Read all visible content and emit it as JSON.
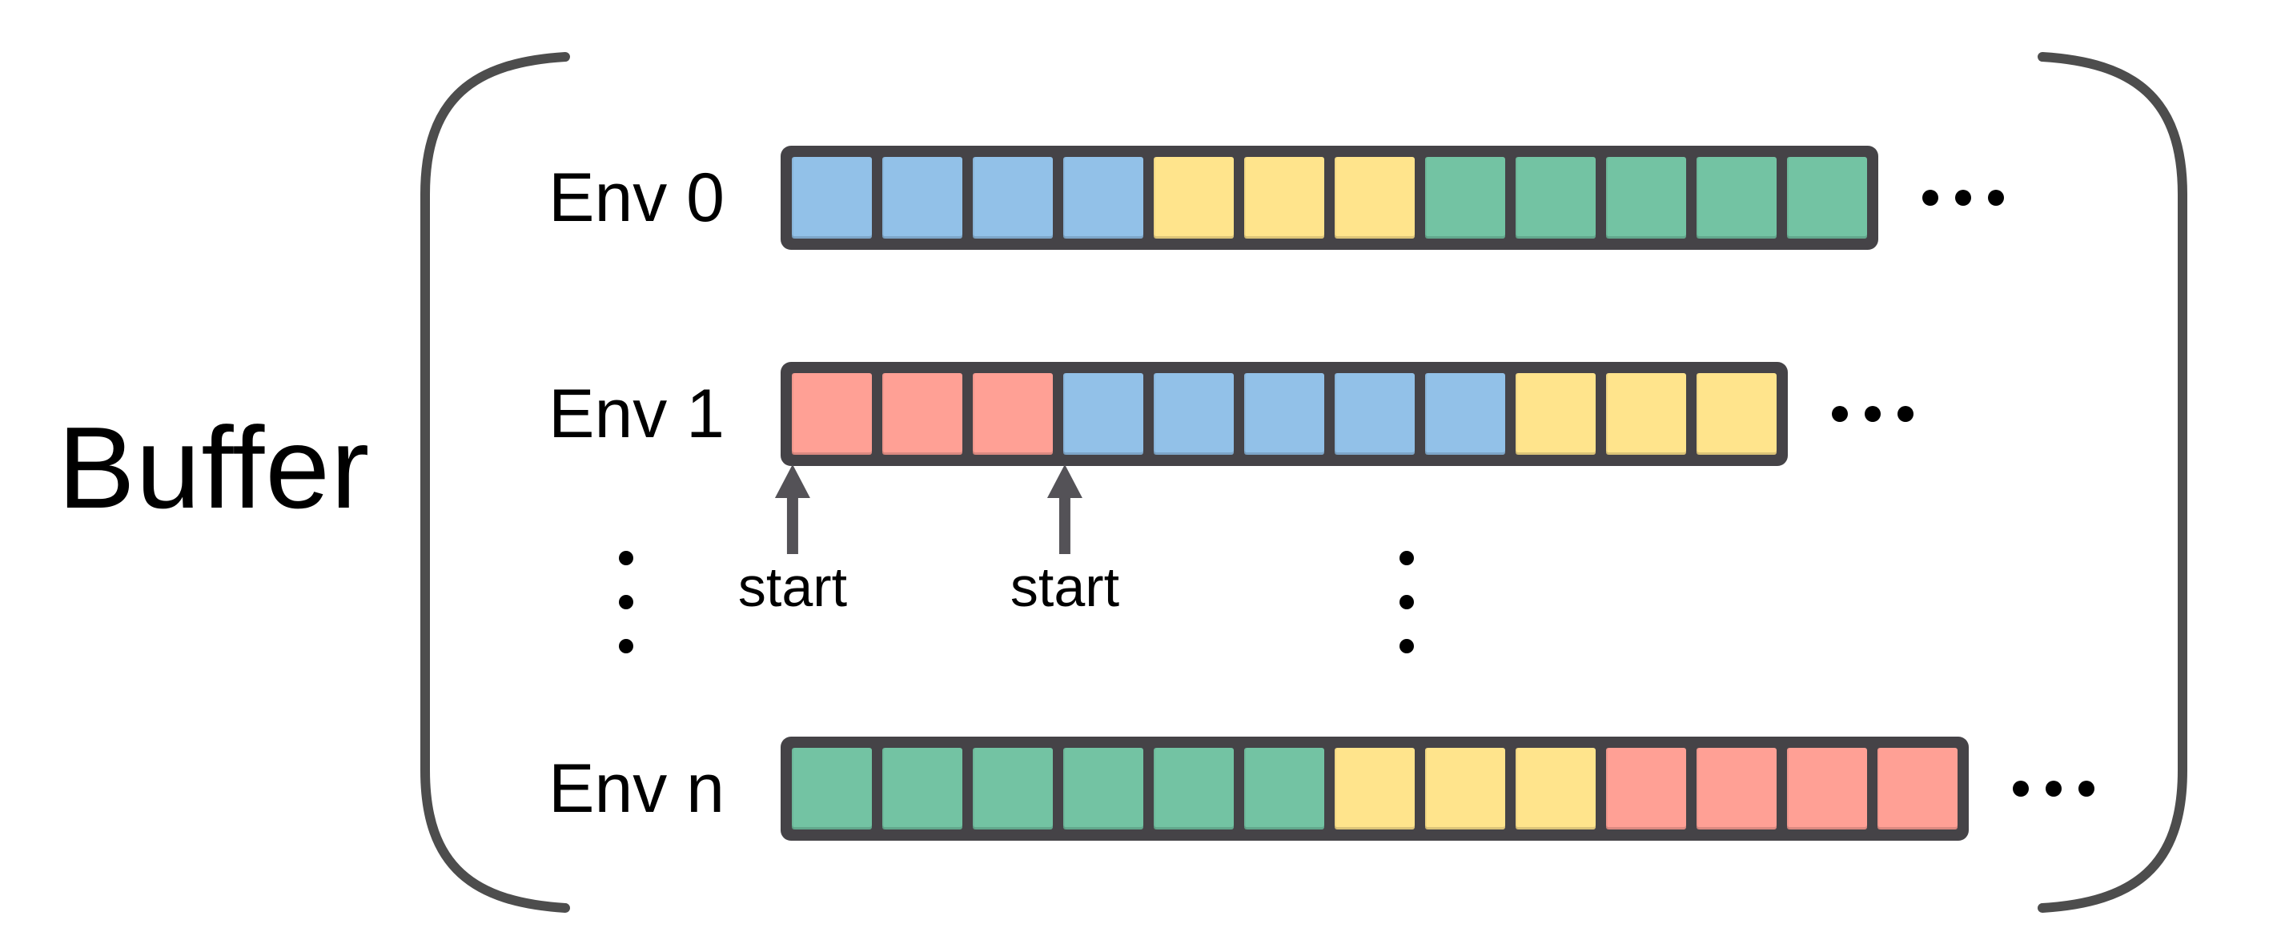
{
  "title": "Buffer",
  "colors": {
    "blue": "#92C1E8",
    "yellow": "#FFE48C",
    "green": "#73C3A3",
    "red": "#FFA095",
    "frame": "#454347",
    "bracket": "#4D4D4D",
    "arrow": "#545257",
    "dots": "#000000",
    "text": "#000000"
  },
  "rows": [
    {
      "label": "Env 0",
      "cells": [
        "blue",
        "blue",
        "blue",
        "blue",
        "yellow",
        "yellow",
        "yellow",
        "green",
        "green",
        "green",
        "green",
        "green"
      ],
      "ellipsis": "..."
    },
    {
      "label": "Env 1",
      "cells": [
        "red",
        "red",
        "red",
        "blue",
        "blue",
        "blue",
        "blue",
        "blue",
        "yellow",
        "yellow",
        "yellow"
      ],
      "ellipsis": "..."
    },
    {
      "label": "Env n",
      "cells": [
        "green",
        "green",
        "green",
        "green",
        "green",
        "green",
        "yellow",
        "yellow",
        "yellow",
        "red",
        "red",
        "red",
        "red"
      ],
      "ellipsis": "..."
    }
  ],
  "markers": [
    {
      "label": "start",
      "points_to": "row Env 1 cell 0"
    },
    {
      "label": "start",
      "points_to": "row Env 1 cell 3"
    }
  ],
  "icons": {
    "left_bracket": "(",
    "right_bracket": ")",
    "up_arrow": "↑",
    "horizontal_ellipsis": "⋯",
    "vertical_ellipsis": "⋮"
  }
}
